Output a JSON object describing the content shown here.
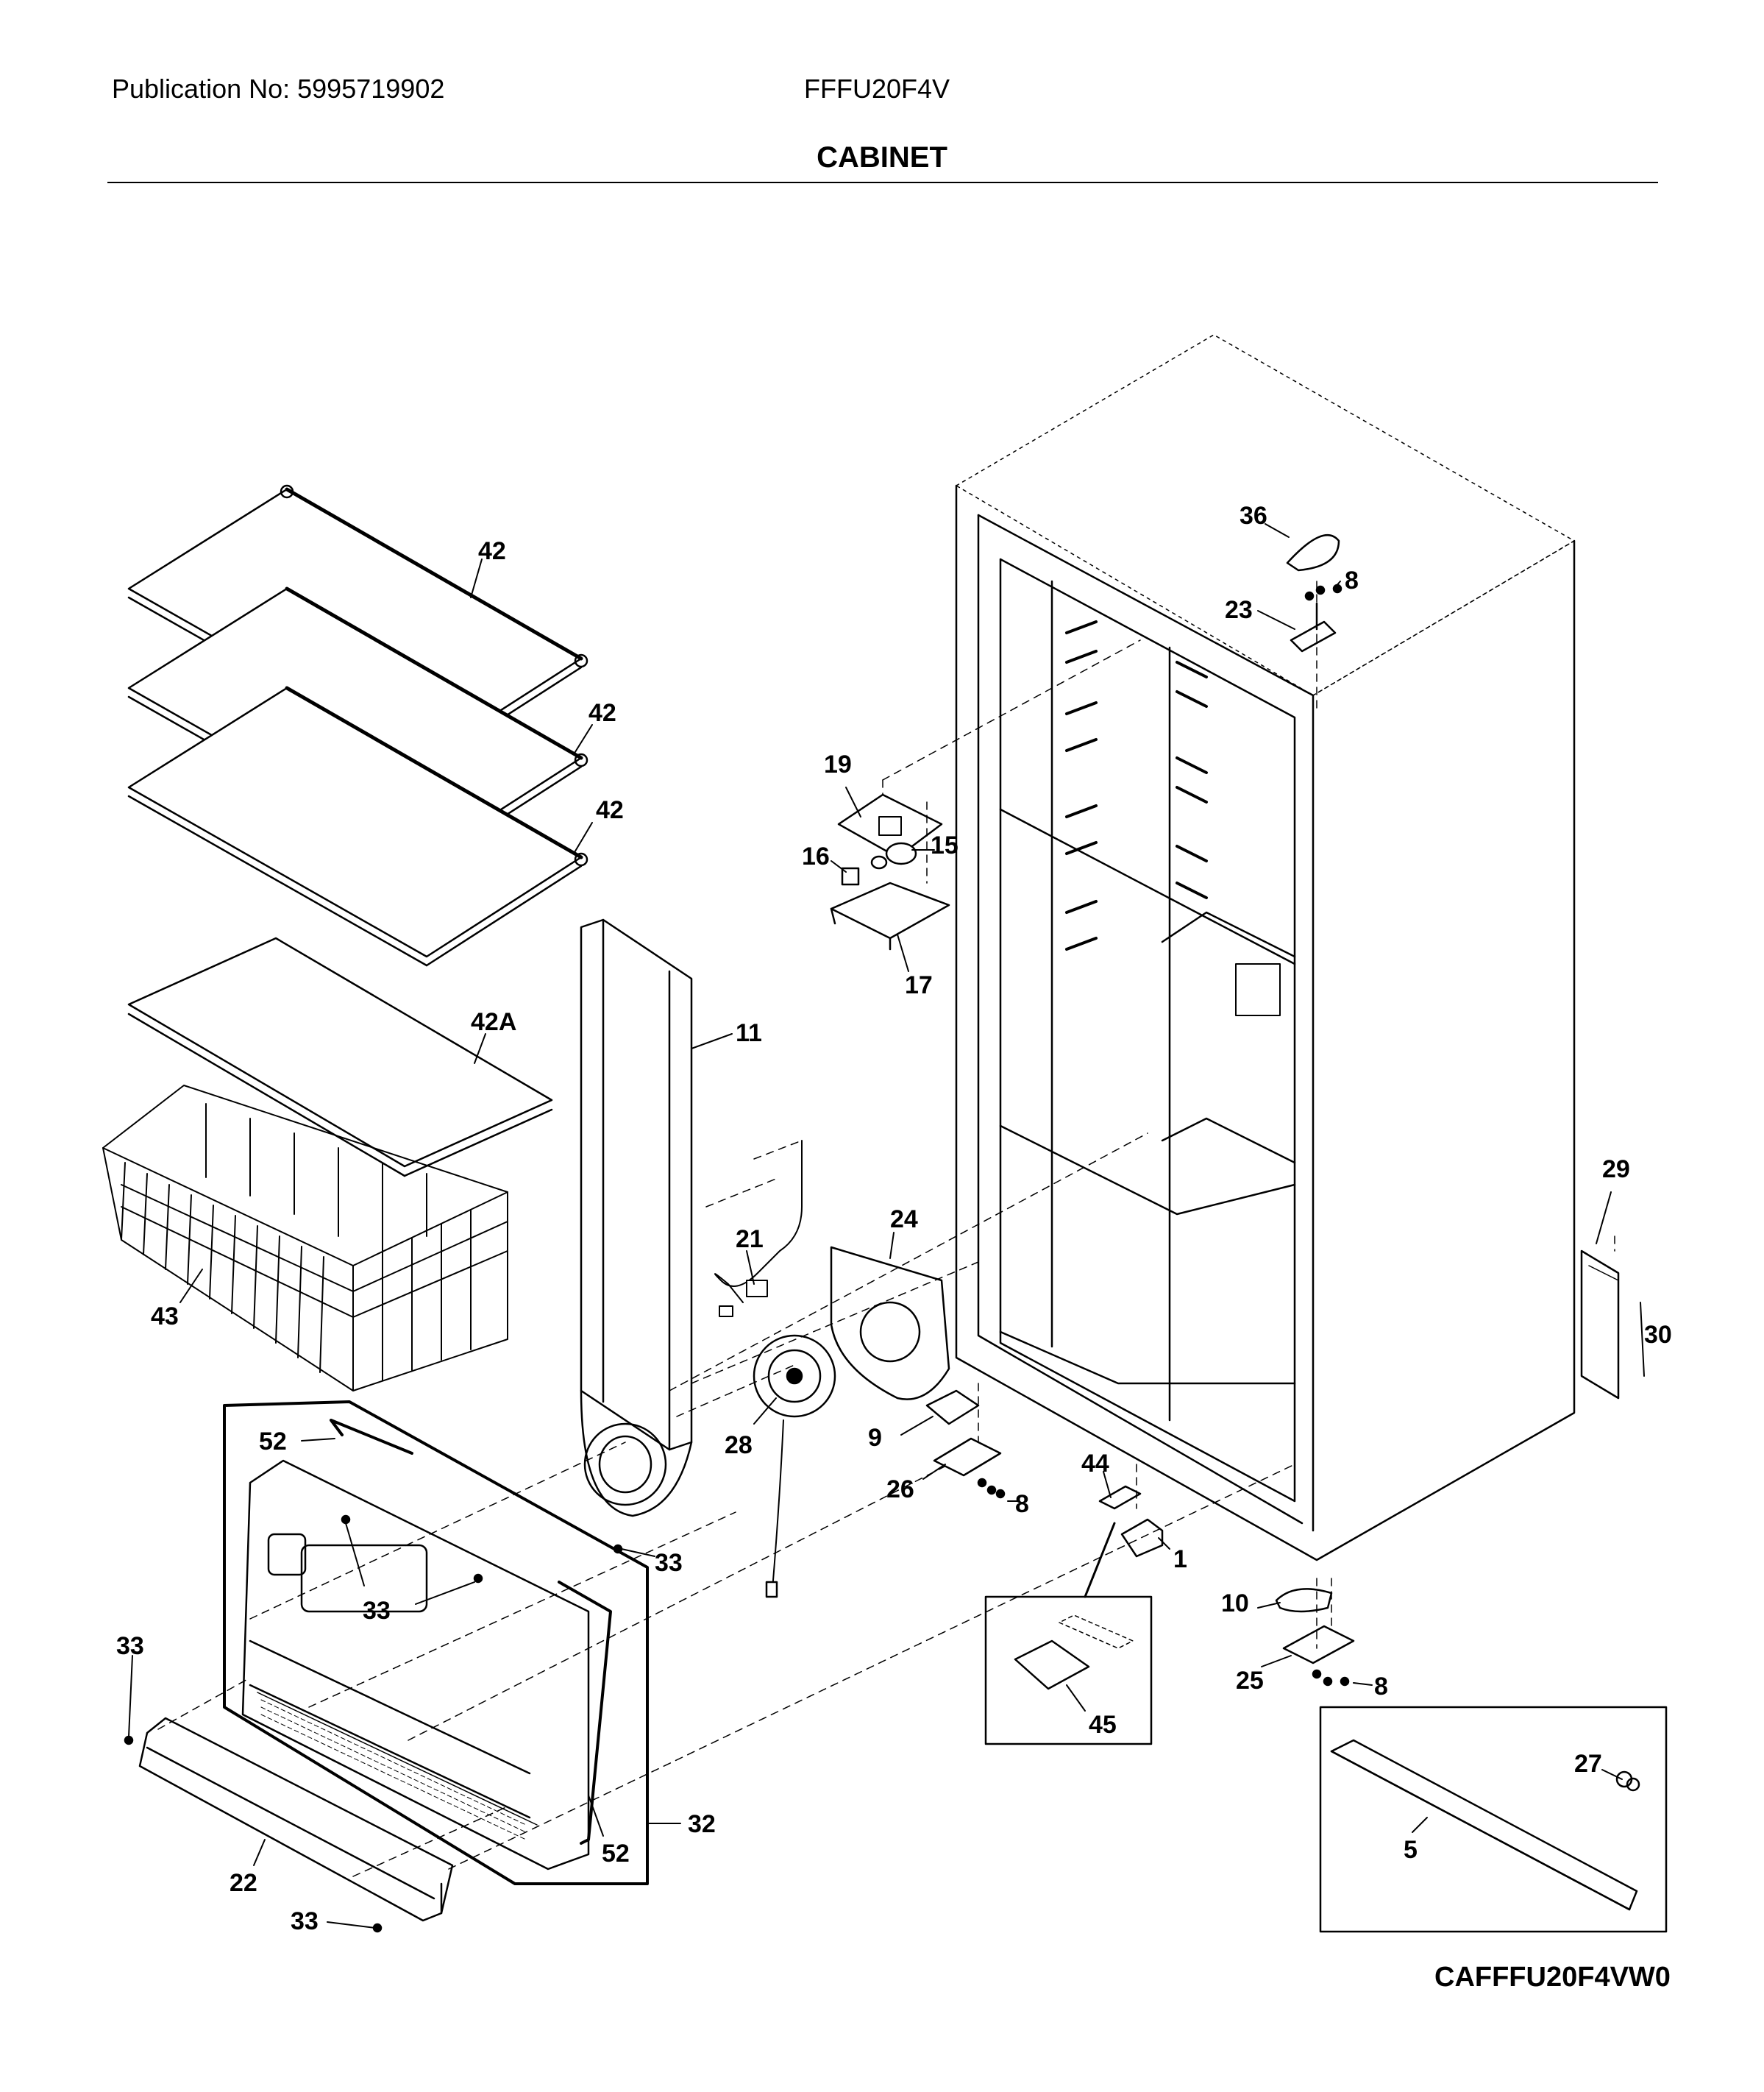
{
  "header": {
    "publication": "Publication No: 5995719902",
    "model": "FFFU20F4V",
    "section_title": "CABINET"
  },
  "footer": {
    "drawing_code": "CAFFFU20F4VW0"
  },
  "callouts": {
    "c42a": "42",
    "c42b": "42",
    "c42c": "42",
    "c42A": "42A",
    "c43": "43",
    "c11": "11",
    "c19": "19",
    "c15": "15",
    "c16": "16",
    "c17": "17",
    "c36": "36",
    "c8a": "8",
    "c23": "23",
    "c21": "21",
    "c24": "24",
    "c28": "28",
    "c9": "9",
    "c26": "26",
    "c8b": "8",
    "c44": "44",
    "c1": "1",
    "c10": "10",
    "c25": "25",
    "c8c": "8",
    "c29": "29",
    "c30": "30",
    "c45": "45",
    "c27": "27",
    "c5": "5",
    "c52a": "52",
    "c52b": "52",
    "c33a": "33",
    "c33b": "33",
    "c33c": "33",
    "c33d": "33",
    "c32": "32",
    "c22": "22"
  }
}
